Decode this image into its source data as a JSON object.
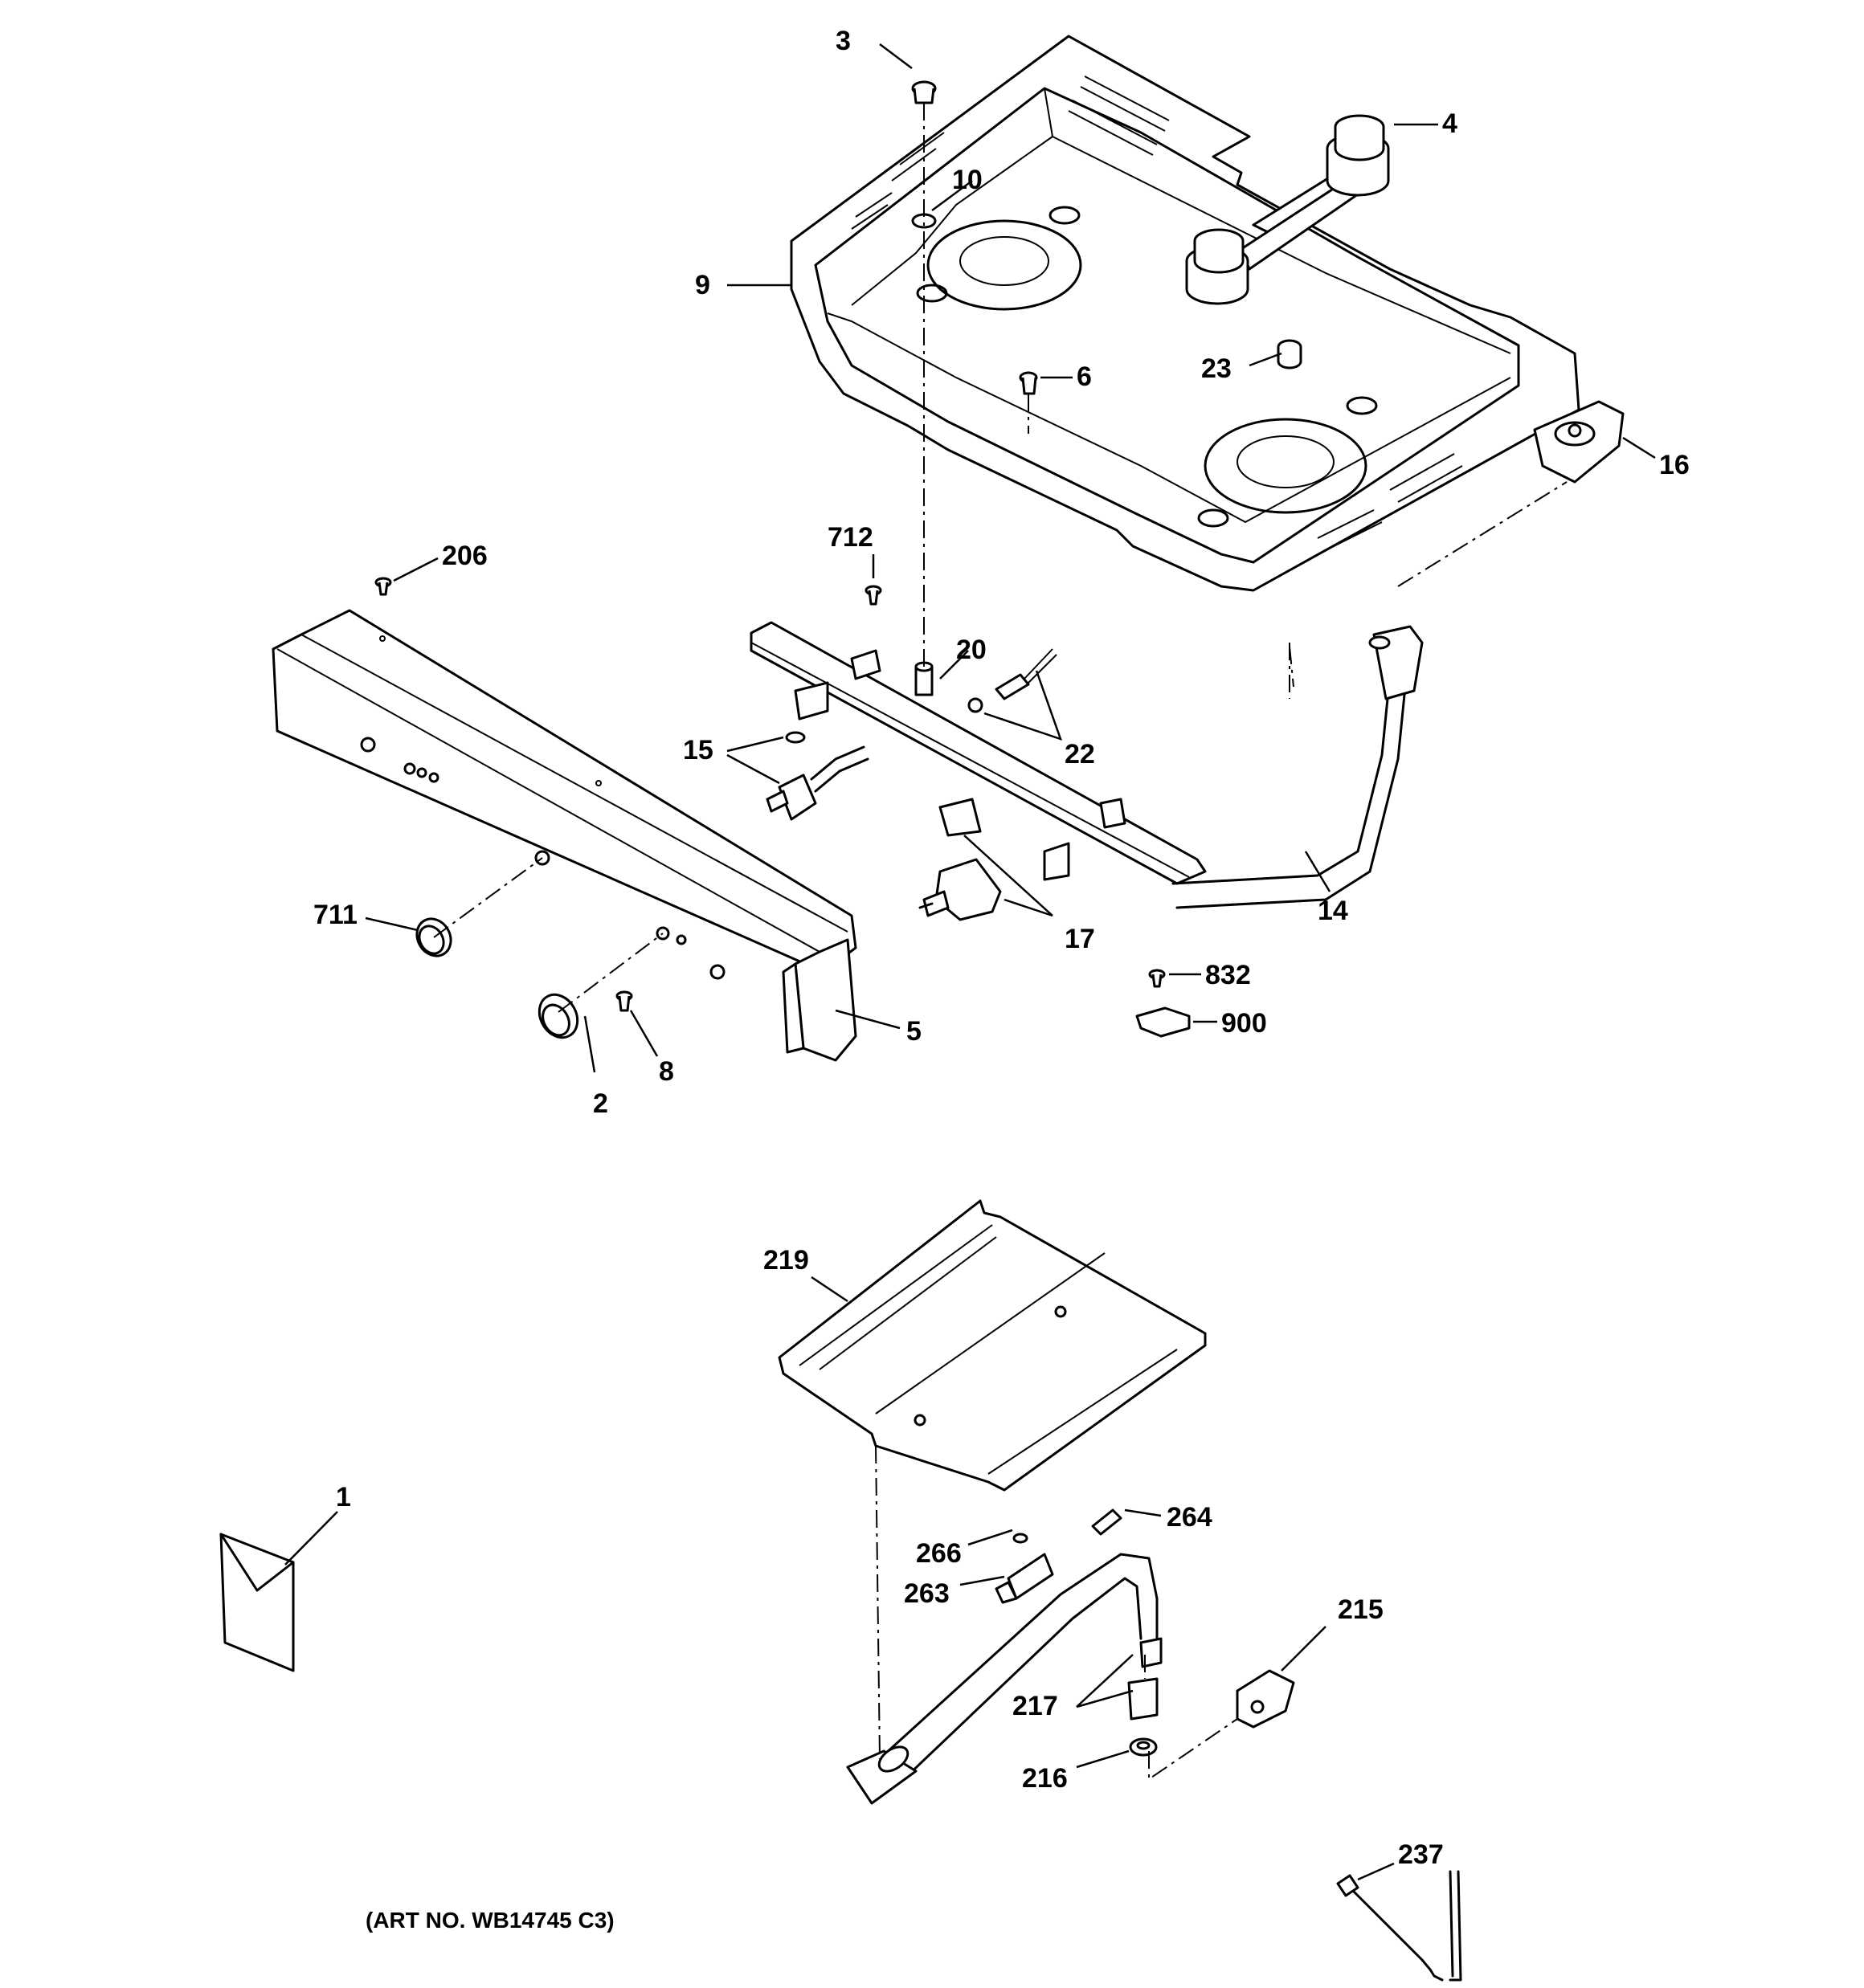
{
  "callouts": {
    "c1": "1",
    "c2": "2",
    "c3": "3",
    "c4": "4",
    "c5": "5",
    "c6": "6",
    "c8": "8",
    "c9": "9",
    "c10": "10",
    "c14": "14",
    "c15": "15",
    "c16": "16",
    "c17": "17",
    "c20": "20",
    "c22": "22",
    "c23": "23",
    "c206": "206",
    "c215": "215",
    "c216": "216",
    "c217": "217",
    "c219": "219",
    "c237": "237",
    "c263": "263",
    "c264": "264",
    "c266": "266",
    "c711": "711",
    "c712": "712",
    "c832": "832",
    "c900": "900"
  },
  "art_number": "(ART NO. WB14745 C3)"
}
